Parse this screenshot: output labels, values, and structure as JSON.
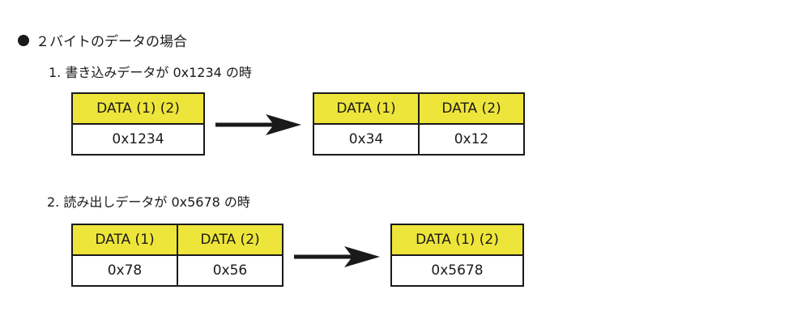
{
  "heading": "２バイトのデータの場合",
  "section1": {
    "title": "1. 書き込みデータが 0x1234 の時",
    "left_box": {
      "header": "DATA (1) (2)",
      "value": "0x1234"
    },
    "right_box": {
      "headers": [
        "DATA (1)",
        "DATA (2)"
      ],
      "values": [
        "0x34",
        "0x12"
      ]
    }
  },
  "section2": {
    "title": "2. 読み出しデータが 0x5678 の時",
    "left_box": {
      "headers": [
        "DATA (1)",
        "DATA (2)"
      ],
      "values": [
        "0x78",
        "0x56"
      ]
    },
    "right_box": {
      "header": "DATA (1) (2)",
      "value": "0x5678"
    }
  },
  "colors": {
    "header_fill": "#eee53a",
    "border": "#1a1a1a",
    "arrow": "#1a1a1a"
  }
}
